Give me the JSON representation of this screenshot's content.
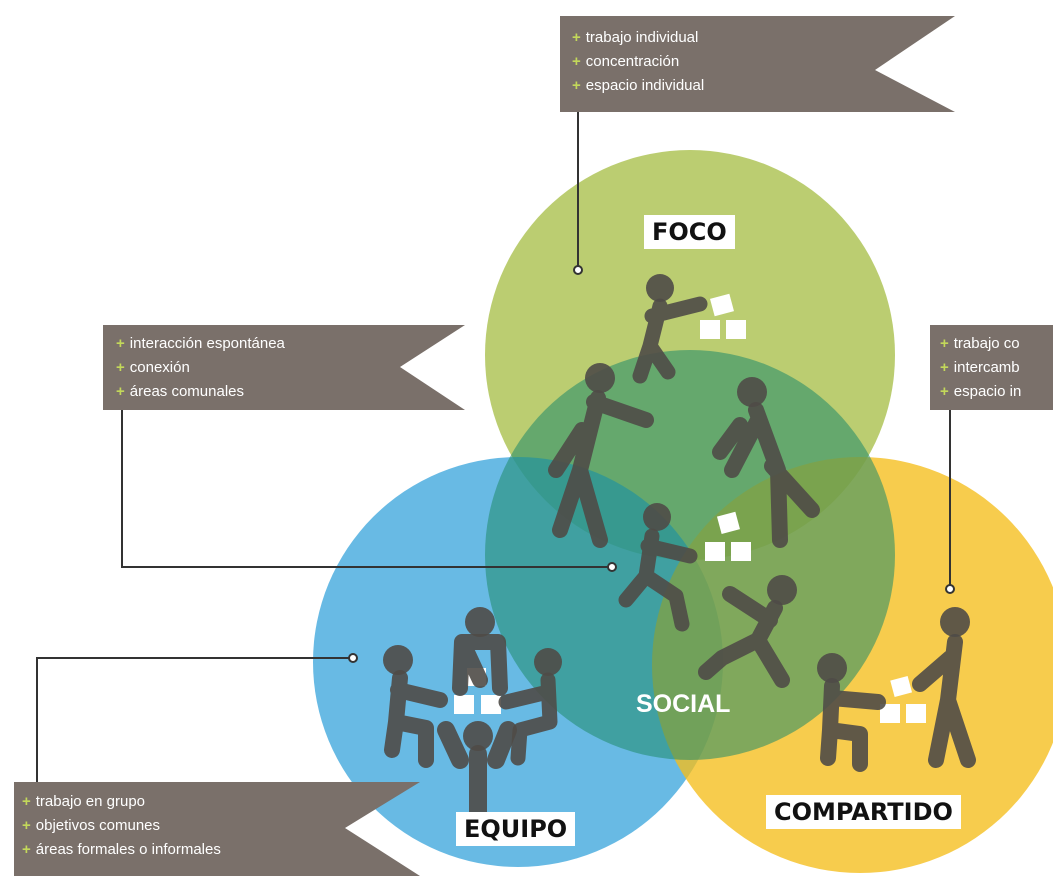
{
  "colors": {
    "foco": "#a8bf49",
    "equipo": "#2e9fd9",
    "compartido": "#f5be1b",
    "banner": "#7a706a",
    "figure": "#4f4b47",
    "accent_plus": "#c3d85a",
    "connector": "#333333"
  },
  "labels": {
    "foco": "FOCO",
    "equipo": "EQUIPO",
    "compartido": "COMPARTIDO",
    "social": "SOCIAL"
  },
  "banners": {
    "foco": {
      "items": [
        "trabajo individual",
        "concentración",
        "espacio individual"
      ]
    },
    "social": {
      "items": [
        "interacción espontánea",
        "conexión",
        "áreas comunales"
      ]
    },
    "compartido": {
      "items": [
        "trabajo co",
        "intercamb",
        "espacio in"
      ]
    },
    "equipo": {
      "items": [
        "trabajo en grupo",
        "objetivos comunes",
        "áreas formales o informales"
      ]
    }
  },
  "icons": {
    "bullet": "plus-icon",
    "person": "person-icon",
    "blocks": "blocks-icon"
  }
}
